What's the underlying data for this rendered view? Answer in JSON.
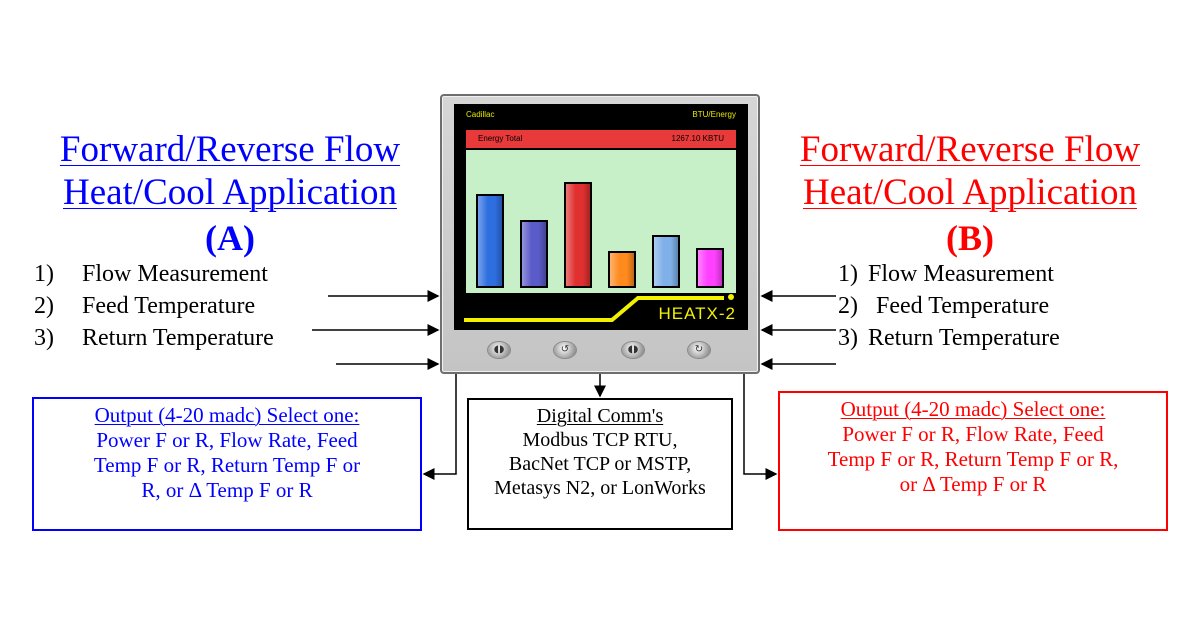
{
  "colors": {
    "blue": "#0000ff",
    "red": "#ff0000",
    "black": "#000000"
  },
  "left_panel": {
    "title_line1": "Forward/Reverse Flow",
    "title_line2": "Heat/Cool Application",
    "label": "(A)",
    "items": [
      {
        "num": "1)",
        "text": "Flow Measurement"
      },
      {
        "num": "2)",
        "text": "Feed Temperature"
      },
      {
        "num": "3)",
        "text": "Return Temperature"
      }
    ],
    "output": {
      "header": "Output (4-20 madc) Select one:",
      "line1": "Power F or R, Flow Rate, Feed",
      "line2": "Temp F or R, Return Temp F or",
      "line3": "R, or Δ Temp F or R"
    }
  },
  "right_panel": {
    "title_line1": "Forward/Reverse Flow",
    "title_line2": "Heat/Cool Application",
    "label": "(B)",
    "items": [
      {
        "num": "1)",
        "text": "Flow Measurement"
      },
      {
        "num": "2)",
        "text": "Feed Temperature"
      },
      {
        "num": "3)",
        "text": "Return Temperature"
      }
    ],
    "output": {
      "header": "Output (4-20 madc) Select one:",
      "line1": "Power F or R, Flow Rate, Feed",
      "line2": "Temp F or R, Return Temp F or R,",
      "line3": "or Δ Temp F or R"
    }
  },
  "comms": {
    "header": "Digital Comm's",
    "line1": "Modbus TCP RTU,",
    "line2": "BacNet TCP or MSTP,",
    "line3": "Metasys N2, or LonWorks"
  },
  "device": {
    "brand": "Cadillac",
    "mode": "BTU/Energy",
    "energy_label": "Energy Total",
    "energy_value": "1267.10 KBTU",
    "model": "HEATX-2",
    "bars": [
      {
        "value": 0.78,
        "color": "#2e6fe0"
      },
      {
        "value": 0.57,
        "color": "#5a5ac8"
      },
      {
        "value": 0.88,
        "color": "#e03030"
      },
      {
        "value": 0.31,
        "color": "#ff8a1e"
      },
      {
        "value": 0.44,
        "color": "#7fb0e8"
      },
      {
        "value": 0.33,
        "color": "#ff40ff"
      }
    ],
    "knob_icons": [
      "knob-icon",
      "knob-icon",
      "knob-icon",
      "knob-icon"
    ]
  }
}
